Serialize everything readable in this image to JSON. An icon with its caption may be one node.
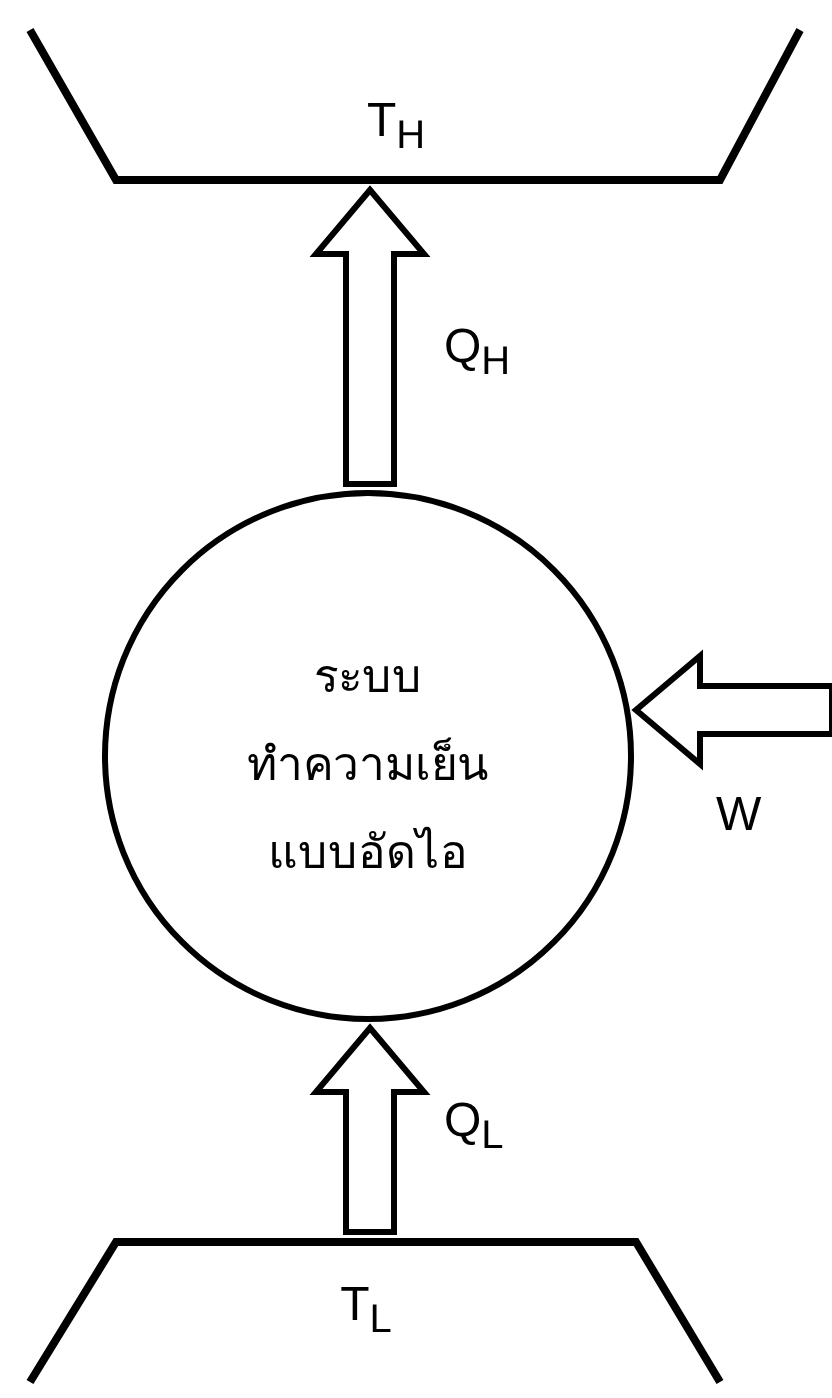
{
  "diagram": {
    "nodes": [
      {
        "text": [
          "T$_{H}$"
        ]
      },
      {
        "text": [
          "ระบบทำความเย็นแบบอัดไอ"
        ]
      },
      {
        "text": [
          "T$_{L}$"
        ]
      }
    ],
    "edges": [
      {
        "from": 1,
        "to": 0,
        "arrow": "to",
        "label": "Q$_{H}$"
      },
      {
        "from": 2,
        "to": 1,
        "arrow": "to",
        "label": "Q$_{L}$"
      },
      {
        "from": null,
        "to": 1,
        "arrow": "to",
        "label": "W"
      }
    ]
  }
}
